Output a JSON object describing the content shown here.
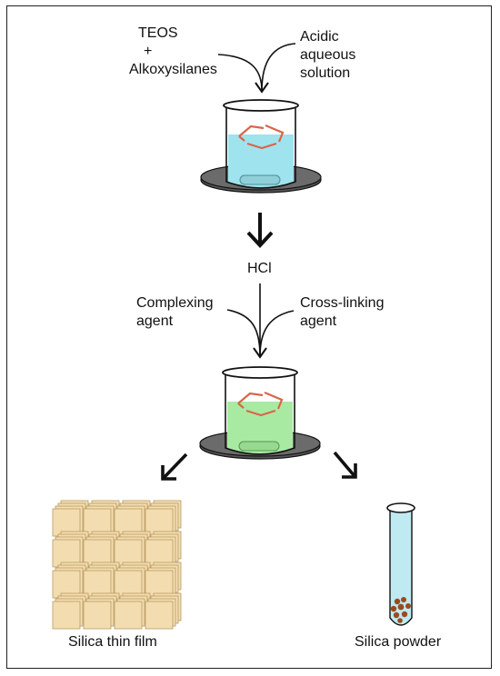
{
  "step1": {
    "reagent_left": [
      "TEOS",
      "+",
      "Alkoxysilanes"
    ],
    "reagent_right": [
      "Acidic",
      "aqueous",
      "solution"
    ]
  },
  "step2": {
    "catalyst": "HCl",
    "reagent_left": [
      "Complexing",
      "agent"
    ],
    "reagent_right": [
      "Cross-linking",
      "agent"
    ]
  },
  "products": {
    "film": "Silica thin film",
    "powder": "Silica powder"
  },
  "colors": {
    "solution_1": "#9fe3ee",
    "solution_2": "#a9eaa3",
    "stir_plate": "#6b6b6b",
    "film_tile": "#f3ddb0",
    "powder": "#9a4a1e",
    "stir_icon": "#d9654a"
  }
}
